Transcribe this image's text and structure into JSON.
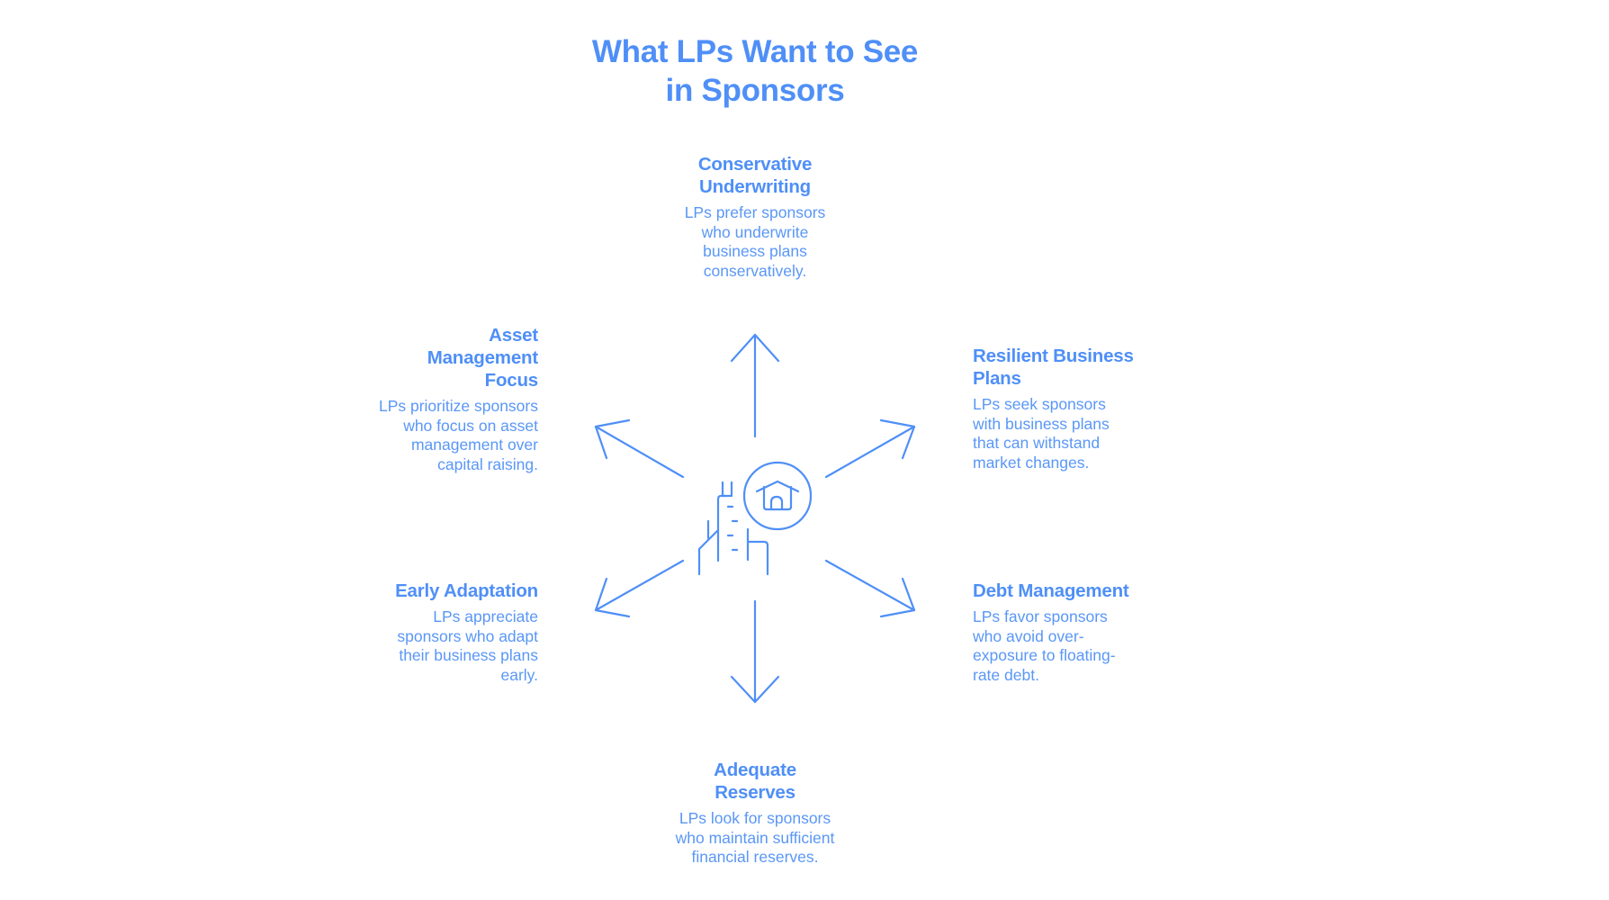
{
  "title": "What LPs Want to See in Sponsors",
  "title_lines": [
    "What LPs Want to See",
    "in Sponsors"
  ],
  "accent_color": "#4f8ff7",
  "center_icon": "building-with-home-circle-icon",
  "items": [
    {
      "id": "conservative-underwriting",
      "heading": "Conservative Underwriting",
      "heading_lines": [
        "Conservative",
        "Underwriting"
      ],
      "description": "LPs prefer sponsors who underwrite business plans conservatively.",
      "direction": "up"
    },
    {
      "id": "resilient-business-plans",
      "heading": "Resilient Business Plans",
      "heading_lines": [
        "Resilient Business",
        "Plans"
      ],
      "description": "LPs seek sponsors with business plans that can withstand market changes.",
      "direction": "up-right"
    },
    {
      "id": "debt-management",
      "heading": "Debt Management",
      "heading_lines": [
        "Debt Management"
      ],
      "description": "LPs favor sponsors who avoid over-exposure to floating-rate debt.",
      "direction": "down-right"
    },
    {
      "id": "adequate-reserves",
      "heading": "Adequate Reserves",
      "heading_lines": [
        "Adequate",
        "Reserves"
      ],
      "description": "LPs look for sponsors who maintain sufficient financial reserves.",
      "direction": "down"
    },
    {
      "id": "early-adaptation",
      "heading": "Early Adaptation",
      "heading_lines": [
        "Early Adaptation"
      ],
      "description": "LPs appreciate sponsors who adapt their business plans early.",
      "direction": "down-left"
    },
    {
      "id": "asset-management-focus",
      "heading": "Asset Management Focus",
      "heading_lines": [
        "Asset",
        "Management",
        "Focus"
      ],
      "description": "LPs prioritize sponsors who focus on asset management over capital raising.",
      "direction": "up-left"
    }
  ]
}
